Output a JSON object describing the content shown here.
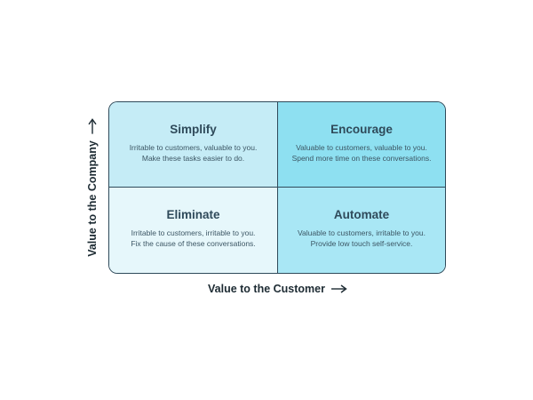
{
  "quadrants": {
    "top_left": {
      "title": "Simplify",
      "line1": "Irritable to customers, valuable to you.",
      "line2": "Make these tasks easier to do."
    },
    "top_right": {
      "title": "Encourage",
      "line1": "Valuable to customers, valuable to you.",
      "line2": "Spend more time on these conversations."
    },
    "bottom_left": {
      "title": "Eliminate",
      "line1": "Irritable to customers, irritable to you.",
      "line2": "Fix the cause of these conversations."
    },
    "bottom_right": {
      "title": "Automate",
      "line1": "Valuable to customers, irritable to you.",
      "line2": "Provide low touch self-service."
    }
  },
  "axes": {
    "y_label": "Value to the Company",
    "x_label": "Value to the Customer"
  },
  "colors": {
    "top_left": "#c5ecf6",
    "top_right": "#8ee0f1",
    "bottom_left": "#e6f7fb",
    "bottom_right": "#a9e7f5",
    "border": "#2f4a5a",
    "text": "#2f4a5a"
  },
  "icons": {
    "axis_arrow": "arrow-right-icon"
  }
}
